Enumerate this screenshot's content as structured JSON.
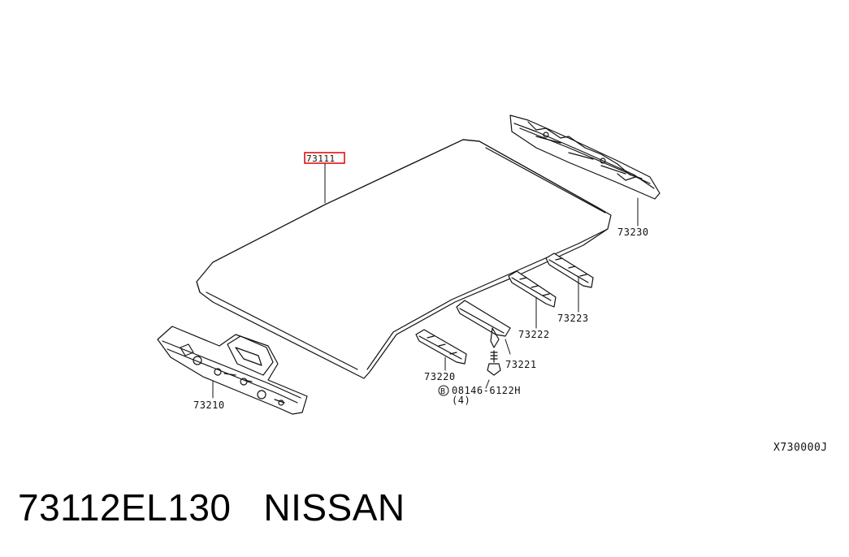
{
  "diagram": {
    "callouts": {
      "roof_panel": "73111",
      "front_rail": "73230",
      "bow_3": "73223",
      "bow_2": "73222",
      "bow_1": "73221",
      "rear_bow": "73220",
      "rear_rail": "73210",
      "bolt_part": "08146-6122H",
      "bolt_qty": "(4)",
      "bolt_marker": "B"
    },
    "drawing_code": "X730000J"
  },
  "caption": {
    "part_number": "73112EL130",
    "brand": "NISSAN"
  },
  "colors": {
    "line": "#111111",
    "highlight": "#e00000"
  }
}
